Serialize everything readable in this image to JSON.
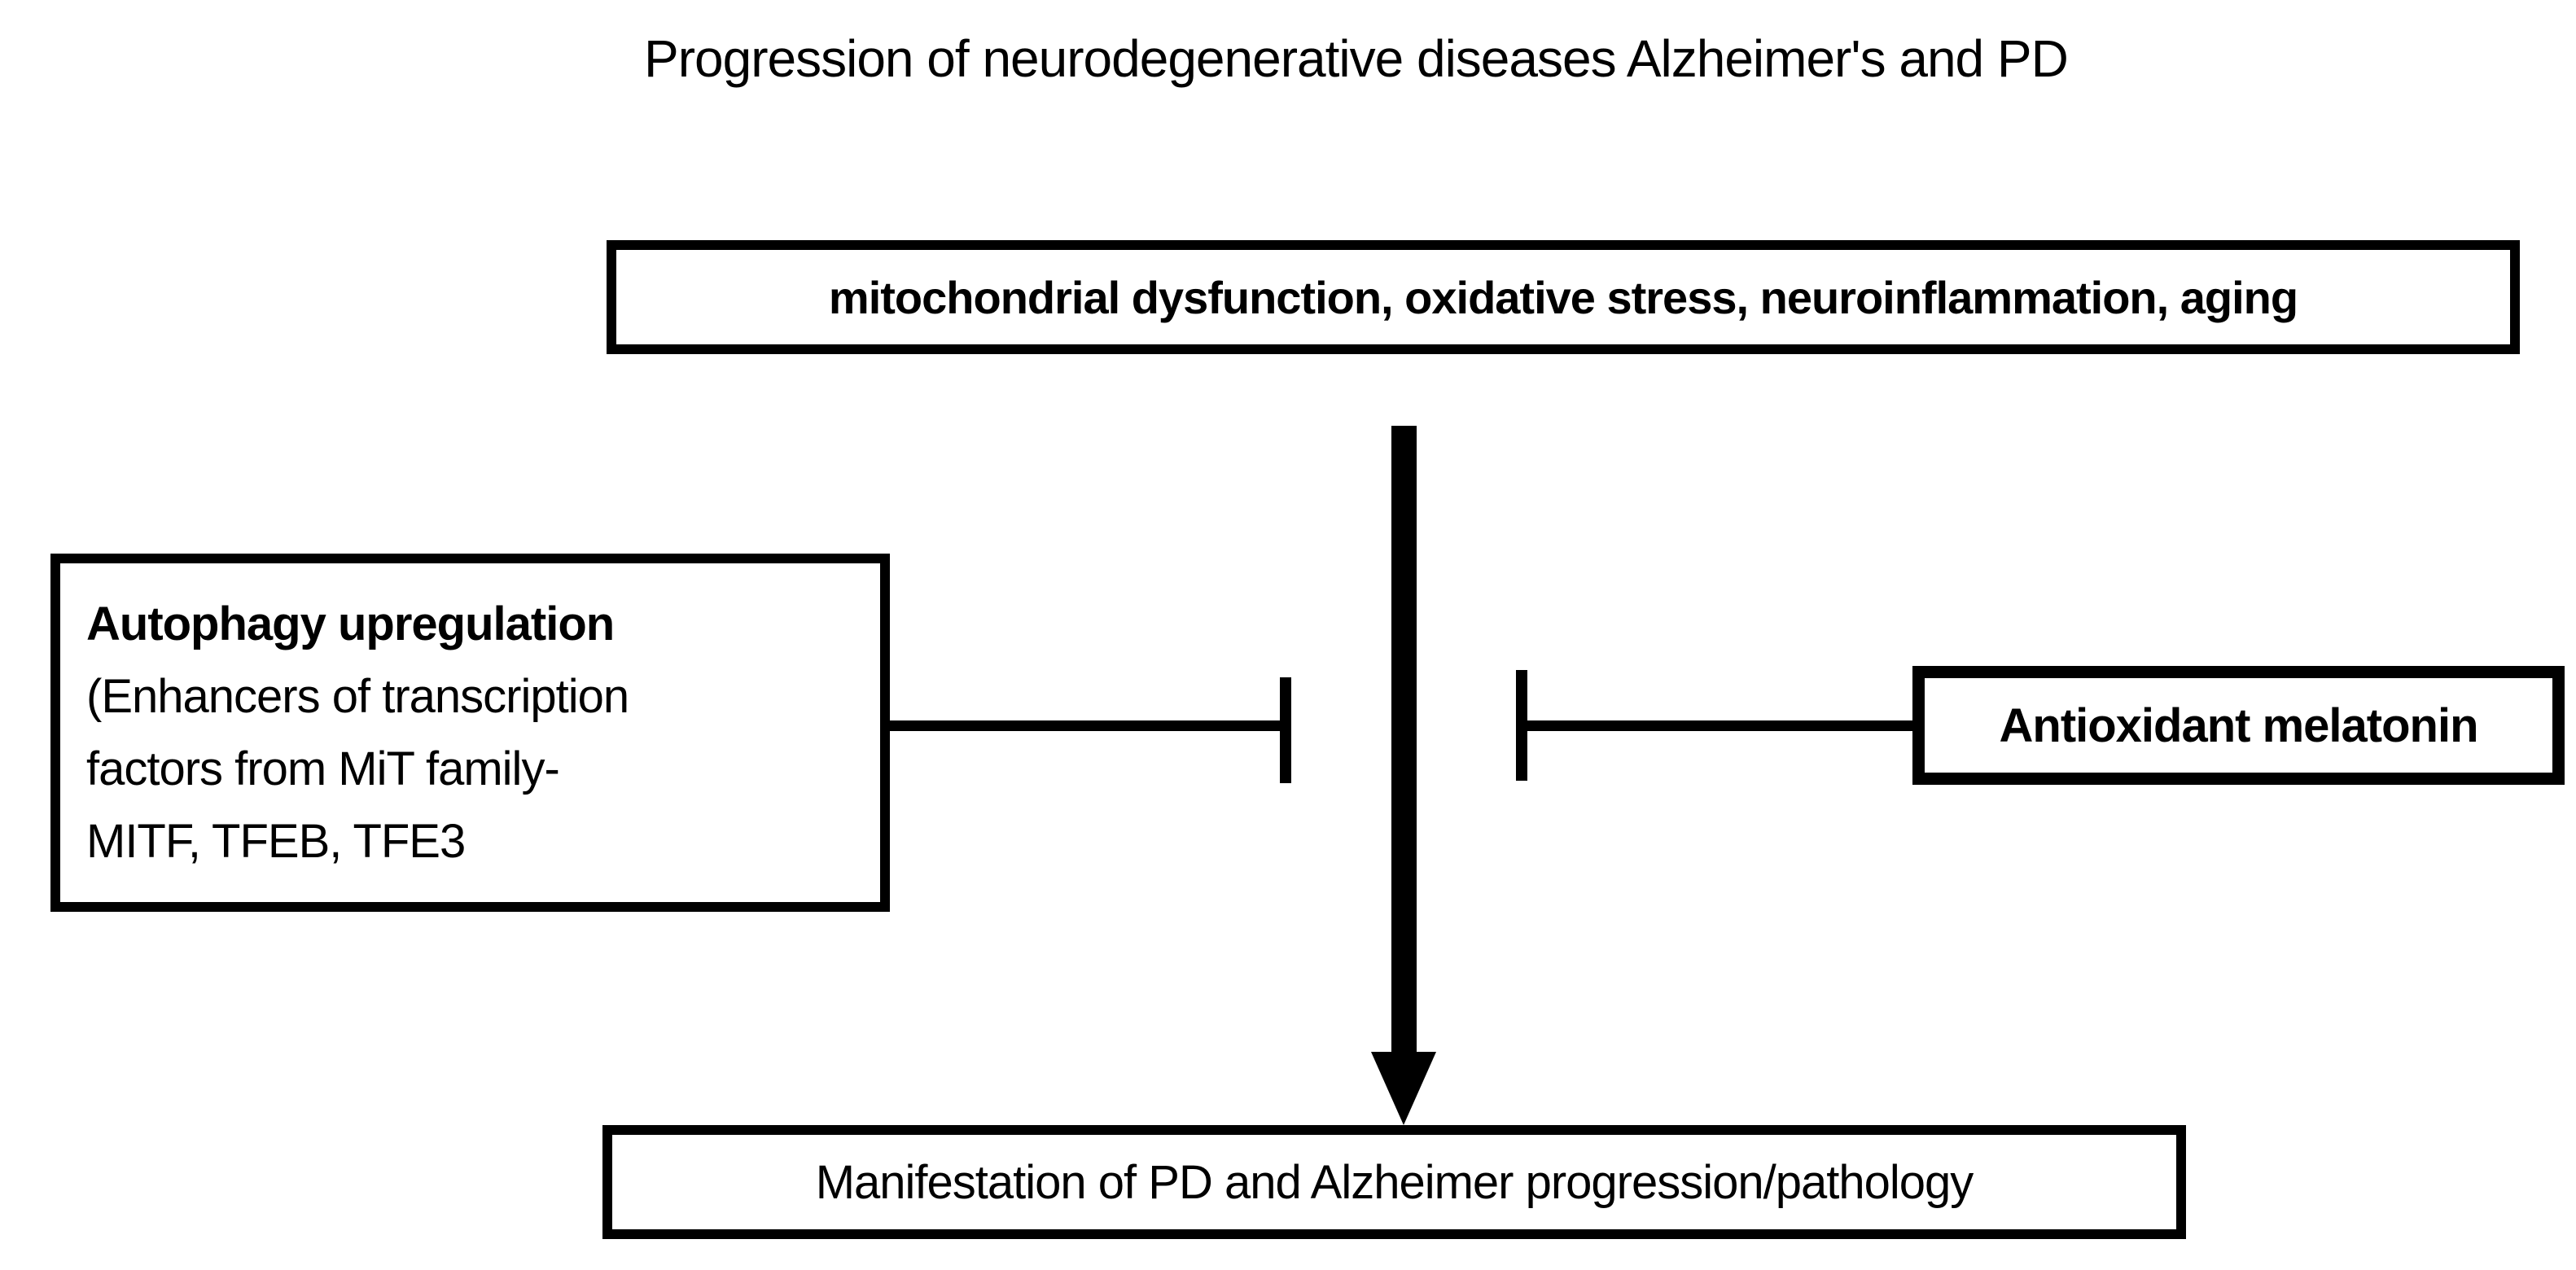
{
  "title": "Progression of neurodegenerative diseases Alzheimer's and PD",
  "diagram": {
    "causes_box": {
      "text": "mitochondrial dysfunction, oxidative stress, neuroinflammation, aging"
    },
    "autophagy_box": {
      "lines": [
        "Autophagy upregulation",
        "(Enhancers of transcription",
        "factors from MiT family-",
        "MITF, TFEB, TFE3"
      ]
    },
    "melatonin_box": {
      "text": "Antioxidant melatonin"
    },
    "outcome_box": {
      "text": "Manifestation of PD and Alzheimer progression/pathology"
    },
    "connectors": {
      "arrow": "downward arrow from causes to outcome",
      "left_inhibition": "T-bar inhibition from autophagy box",
      "right_inhibition": "T-bar inhibition from melatonin box"
    },
    "colors": {
      "ink": "#000000",
      "background": "#ffffff"
    }
  }
}
